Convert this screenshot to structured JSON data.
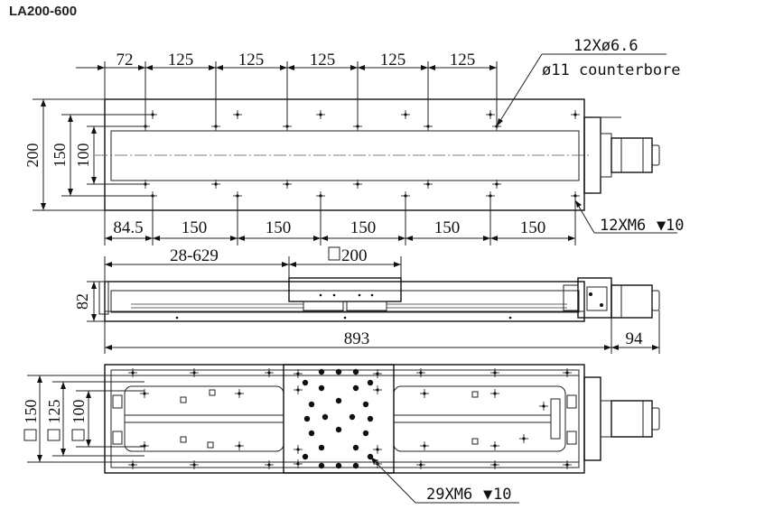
{
  "title": "LA200-600",
  "top_view": {
    "top_dims": [
      "72",
      "125",
      "125",
      "125",
      "125",
      "125"
    ],
    "bottom_dims": [
      "84.5",
      "150",
      "150",
      "150",
      "150",
      "150"
    ],
    "left_dims": [
      "200",
      "150",
      "100"
    ],
    "hole_callout_line1": "12Xø6.6",
    "hole_callout_line2": "ø11 counterbore",
    "thread_callout": "12XM6",
    "thread_depth": "10"
  },
  "side_view": {
    "travel": "28-629",
    "carriage_size": "200",
    "height": "82",
    "length": "893",
    "motor_length": "94"
  },
  "bottom_view": {
    "left_dims": [
      "150",
      "125",
      "100"
    ],
    "carriage_thread_callout": "29XM6",
    "carriage_thread_depth": "10"
  },
  "colors": {
    "line": "#222222",
    "background": "#ffffff"
  }
}
